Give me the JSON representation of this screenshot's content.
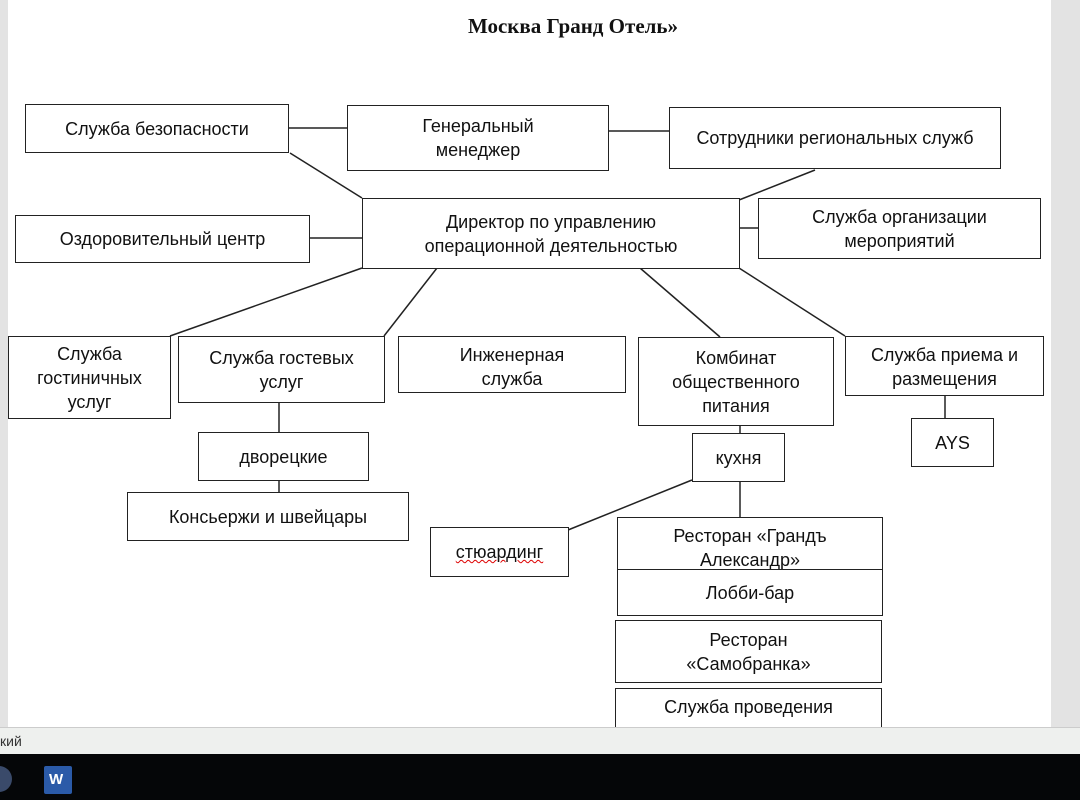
{
  "document": {
    "title": "Москва Гранд Отель»"
  },
  "org_chart": {
    "security": "Служба безопасности",
    "general_manager": "Генеральный менеджер",
    "regional_staff": "Сотрудники региональных служб",
    "director": "Директор по управлению операционной деятельностью",
    "wellness": "Оздоровительный центр",
    "events": "Служба организации мероприятий",
    "housekeeping": "Служба гостиничных услуг",
    "guest_services": "Служба гостевых услуг",
    "engineering": "Инженерная служба",
    "catering": "Комбинат общественного питания",
    "reception": "Служба приема и размещения",
    "ays": "AYS",
    "butlers": "дворецкие",
    "concierge": "Консьержи и швейцары",
    "kitchen": "кухня",
    "stewarding": "стюардинг",
    "restaurant_grand": "Ресторан «Грандъ Александр»",
    "lobby_bar": "Лобби-бар",
    "restaurant_samobranka": "Ресторан «Самобранка»",
    "banquet": "Служба проведения"
  },
  "status_bar": {
    "language": "кий"
  },
  "taskbar": {
    "word_icon": "W"
  }
}
